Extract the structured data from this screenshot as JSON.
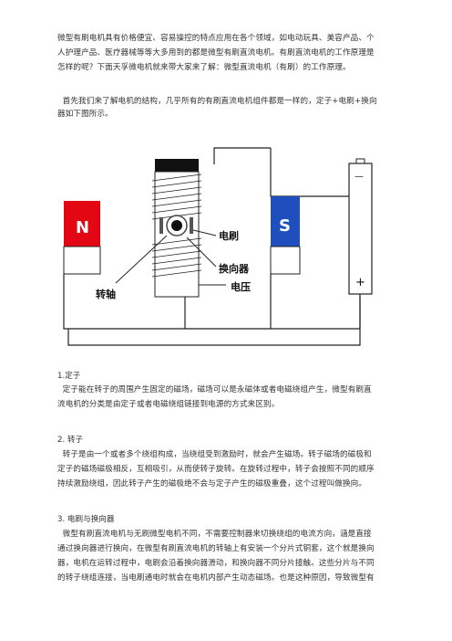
{
  "intro": {
    "line1": "微型有刷电机具有价格便宜、容易操控的特点应用在各个领域，如电动玩具、美容产品、个",
    "line2": "人护理产品、医疗器械等等大多用到的都是微型有刷直流电机。有刷直流电机的工作原理是",
    "line3": "怎样的呢？下面天孚微电机就来带大家来了解：微型直流电机（有刷）的工作原理。"
  },
  "structure": {
    "line1": "  首先我们来了解电机的结构，几乎所有的有刷直流电机组件都是一样的，定子+电刷+换向",
    "line2": "器如下图所示。"
  },
  "diagram": {
    "magnet_n": "N",
    "magnet_s": "S",
    "label_brush": "电刷",
    "label_commutator": "换向器",
    "label_rotor": "转轴",
    "label_voltage": "电压",
    "battery_minus": "—",
    "battery_plus": "+",
    "colors": {
      "n_pole": "#e30613",
      "s_pole": "#1f4fbf",
      "line": "#222222"
    }
  },
  "sections": [
    {
      "title": "1.定子",
      "line1": "  定子能在转子的周围产生固定的磁场，磁场可以是永磁体或者电磁绕组产生，微型有刷直",
      "line2": "流电机的分类是由定子或者电磁绕组链接到电源的方式来区别。"
    },
    {
      "title": "2. 转子",
      "line1": "  转子是由一个或者多个绕组构成，当绕组受到激励时，就会产生磁场。转子磁场的磁极和",
      "line2": "定子的磁场磁极相反，互相吸引，从而使转子旋转。在旋转过程中，转子会按照不同的顺序",
      "line3": "持续激励绕组，因此转子产生的磁极绝不会与定子产生的磁极重叠，这个过程叫做换向。"
    },
    {
      "title": "3. 电刷与换向器",
      "line1": "  微型有刷直流电机与无刷微型电机不同，不需要控制器来切换绕组的电流方向，涵是直接",
      "line2": "通过换向器进行换向，在微型有刷直流电机的转轴上有安装一个分片式铜套，这个就是换向",
      "line3": "器，电机在运转过程中，电刷会沿着换向器滑动，和换向器不同分片接触。这些分片与不同",
      "line4": "的转子绕组连接，当电刷通电时就会在电机内部产生动态磁场。也是这种原因，导致微型有"
    }
  ]
}
